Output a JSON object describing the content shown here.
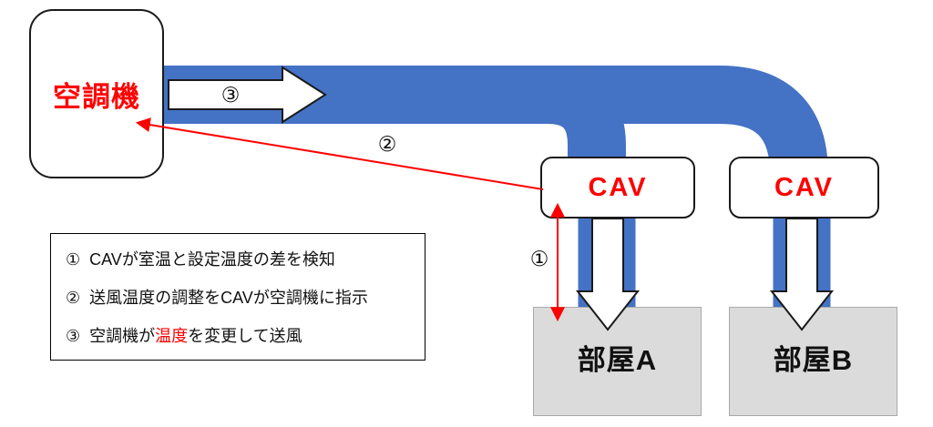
{
  "aircon": {
    "label": "空調機"
  },
  "cav_units": {
    "a": "CAV",
    "b": "CAV"
  },
  "rooms": {
    "a": "部屋A",
    "b": "部屋B"
  },
  "flow": {
    "step1_label": "①",
    "step2_label": "②",
    "step3_label": "③"
  },
  "legend": {
    "items": [
      {
        "number": "①",
        "prefix": "CAVが室温と設定温度の差を検知",
        "highlight": "",
        "suffix": ""
      },
      {
        "number": "②",
        "prefix": "送風温度の調整をCAVが空調機に指示",
        "highlight": "",
        "suffix": ""
      },
      {
        "number": "③",
        "prefix": "空調機が",
        "highlight": "温度",
        "suffix": "を変更して送風"
      }
    ]
  },
  "colors": {
    "duct_blue": "#4472C4",
    "accent_red": "#FF0000",
    "room_gray": "#DBDBDB"
  }
}
